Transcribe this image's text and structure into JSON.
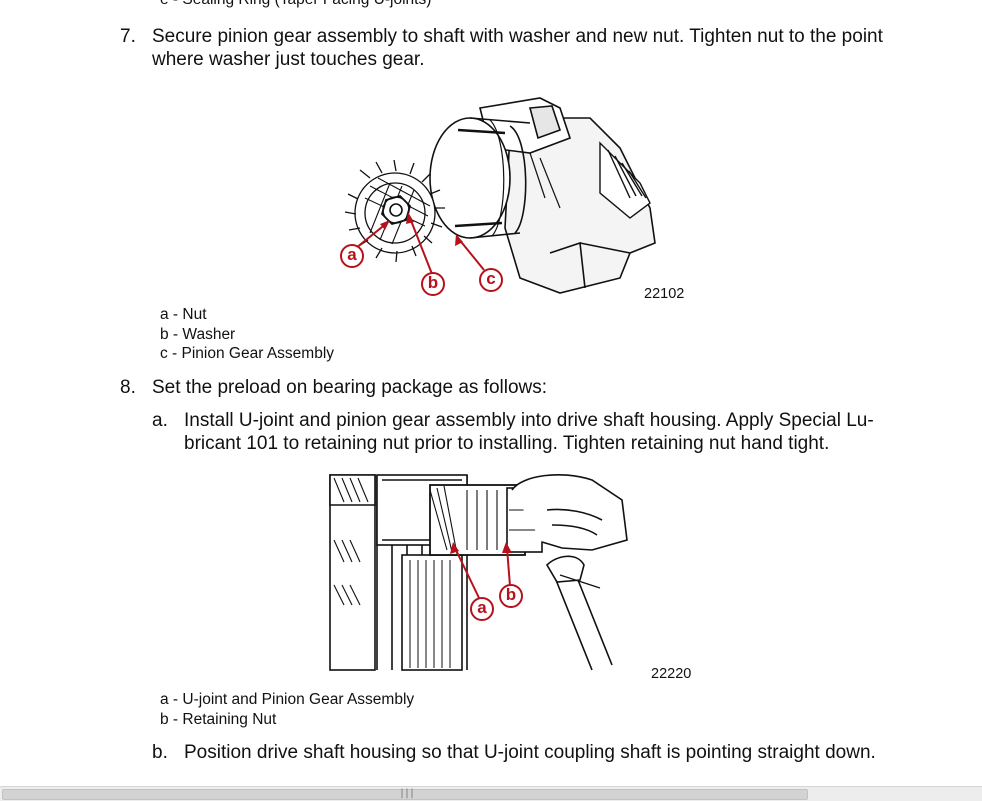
{
  "top_cut_line": "e - Sealing Ring (Taper Facing U-joints)",
  "step7": {
    "number": "7.",
    "line1": "Secure pinion gear assembly to shaft with washer and new nut. Tighten nut to the point",
    "line2": "where washer just touches gear."
  },
  "figure1": {
    "number": "22102",
    "callouts": [
      "a",
      "b",
      "c"
    ],
    "legend": [
      "a - Nut",
      "b - Washer",
      "c - Pinion Gear Assembly"
    ]
  },
  "step8": {
    "number": "8.",
    "text": "Set the preload on bearing package as follows:"
  },
  "step8a": {
    "letter": "a.",
    "line1": "Install U-joint and pinion gear assembly into drive shaft housing. Apply Special Lu-",
    "line2": "bricant 101 to retaining nut prior to installing. Tighten retaining nut hand tight."
  },
  "figure2": {
    "number": "22220",
    "callouts": [
      "a",
      "b"
    ],
    "legend": [
      "a - U-joint and Pinion Gear Assembly",
      "b - Retaining Nut"
    ]
  },
  "step8b": {
    "letter": "b.",
    "text": "Position drive shaft housing so that U-joint coupling shaft is pointing straight down."
  },
  "colors": {
    "callout_red": "#b5121b",
    "line_art": "#111111"
  }
}
